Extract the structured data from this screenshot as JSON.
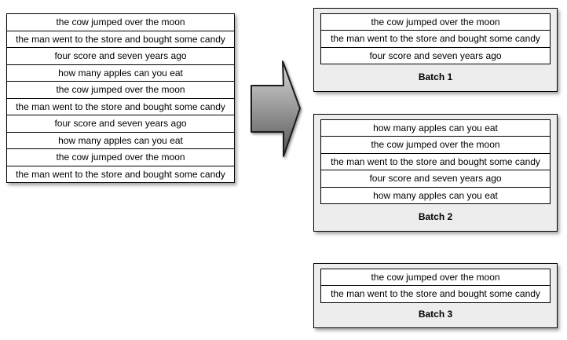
{
  "source_list": {
    "rows": [
      "the cow jumped over the moon",
      "the man went to the store and bought some candy",
      "four score and seven years ago",
      "how many apples can you eat",
      "the cow jumped over the moon",
      "the man went to the store and bought some candy",
      "four score and seven years ago",
      "how many apples can you eat",
      "the cow jumped over the moon",
      "the man went to the store and bought some candy"
    ]
  },
  "arrow": {
    "icon": "right-block-arrow",
    "gradient_top": "#d9d9d9",
    "gradient_bottom": "#565656",
    "outline": "#1f1f1f"
  },
  "batches": [
    {
      "label": "Batch 1",
      "rows": [
        "the cow jumped over the moon",
        "the man went to the store and bought some candy",
        "four score and seven years ago"
      ]
    },
    {
      "label": "Batch 2",
      "rows": [
        "how many apples can you eat",
        "the cow jumped over the moon",
        "the man went to the store and bought some candy",
        "four score and seven years ago",
        "how many apples can you eat"
      ]
    },
    {
      "label": "Batch 3",
      "rows": [
        "the cow jumped over the moon",
        "the man went to the store and bought some candy"
      ]
    }
  ],
  "colors": {
    "row_background": "#ffffff",
    "batch_background": "#ededed",
    "border": "#000000",
    "text": "#000000"
  }
}
